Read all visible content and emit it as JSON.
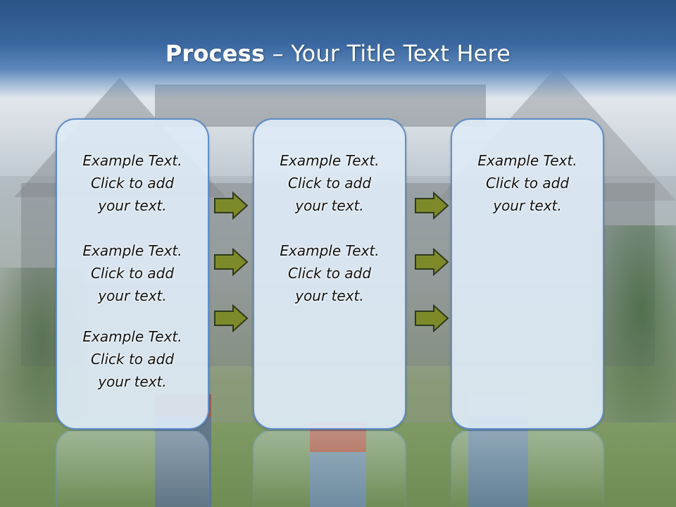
{
  "title": {
    "bold": "Process",
    "rest": " – Your Title Text Here"
  },
  "columns": [
    {
      "items": [
        {
          "line1": "Example Text.",
          "line2": "Click  to add",
          "line3": "your text."
        },
        {
          "line1": "Example Text.",
          "line2": "Click  to add",
          "line3": "your text."
        },
        {
          "line1": "Example Text.",
          "line2": "Click  to add",
          "line3": "your text."
        }
      ]
    },
    {
      "items": [
        {
          "line1": "Example Text.",
          "line2": "Click  to add",
          "line3": "your text."
        },
        {
          "line1": "Example Text.",
          "line2": "Click  to add",
          "line3": "your text."
        }
      ]
    },
    {
      "items": [
        {
          "line1": "Example Text.",
          "line2": "Click  to add",
          "line3": "your text."
        }
      ]
    }
  ],
  "colors": {
    "header": "#2b5487",
    "box_fill": "#ddeaf6",
    "box_border": "#5f8dc8",
    "arrow_fill": "#7e8a2a",
    "arrow_stroke": "#2e3a1c"
  },
  "icons": {
    "arrow": "arrow-right-icon"
  }
}
